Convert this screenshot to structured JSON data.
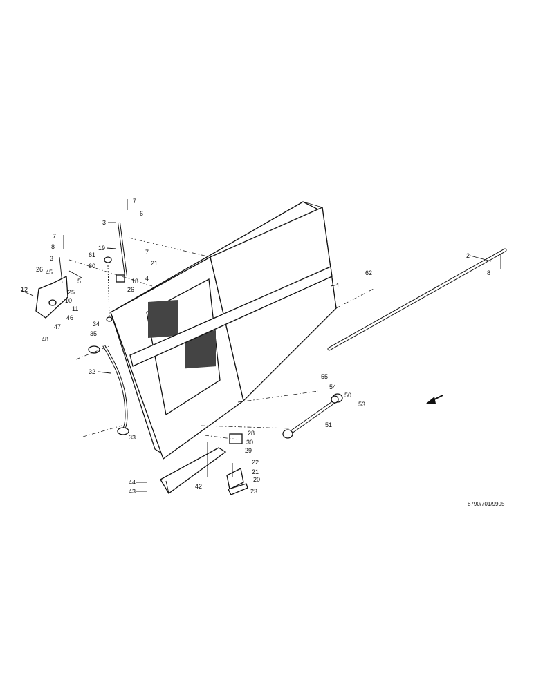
{
  "drawing_reference": "8790/701/9905",
  "callouts": {
    "c7a": "7",
    "c6a": "6",
    "c3a": "3",
    "c19": "19",
    "c61": "61",
    "c60": "60",
    "c7b": "7",
    "c21a": "21",
    "c18": "18",
    "c4": "4",
    "c26a": "26",
    "c7c": "7",
    "c8a": "8",
    "c3b": "3",
    "c26b": "26",
    "c45": "45",
    "c5": "5",
    "c12": "12",
    "c25": "25",
    "c10": "10",
    "c11": "11",
    "c46": "46",
    "c47": "47",
    "c48": "48",
    "c34": "34",
    "c35": "35",
    "c32": "32",
    "c33": "33",
    "c1": "1",
    "c62": "62",
    "c2": "2",
    "c8b": "8",
    "c55": "55",
    "c54": "54",
    "c50": "50",
    "c53": "53",
    "c51": "51",
    "c28": "28",
    "c30": "30",
    "c29": "29",
    "c22": "22",
    "c21b": "21",
    "c20": "20",
    "c23": "23",
    "c42": "42",
    "c44": "44",
    "c43": "43"
  }
}
